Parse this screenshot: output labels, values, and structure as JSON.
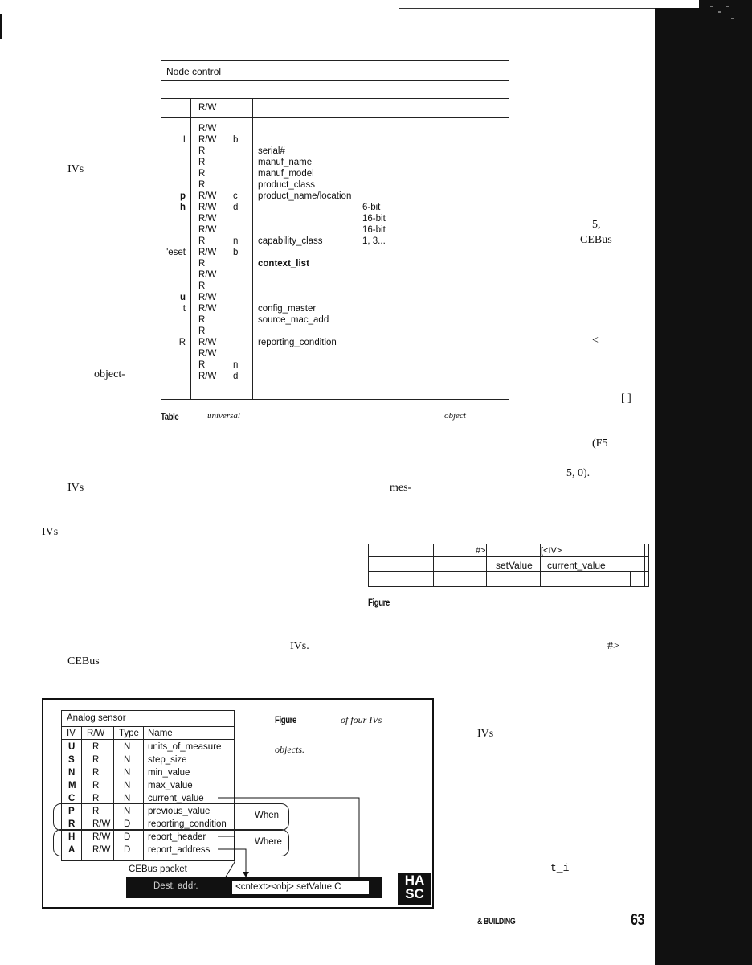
{
  "table1": {
    "title": "Node control",
    "header": {
      "rw": "R/W"
    },
    "rows": [
      {
        "iv": "",
        "rw": "R/W",
        "type": "",
        "name": "",
        "desc": ""
      },
      {
        "iv": "I",
        "rw": "R/W",
        "type": "b",
        "name": "",
        "desc": ""
      },
      {
        "iv": "",
        "rw": "R",
        "type": "",
        "name": "serial#",
        "desc": ""
      },
      {
        "iv": "",
        "rw": "R",
        "type": "",
        "name": "manuf_name",
        "desc": ""
      },
      {
        "iv": "",
        "rw": "R",
        "type": "",
        "name": "manuf_model",
        "desc": ""
      },
      {
        "iv": "",
        "rw": "R",
        "type": "",
        "name": "product_class",
        "desc": ""
      },
      {
        "iv": "p",
        "rw": "R/W",
        "type": "c",
        "name": "product_name/location",
        "desc": ""
      },
      {
        "iv": "h",
        "rw": "R/W",
        "type": "d",
        "name": "",
        "desc": "6-bit"
      },
      {
        "iv": "",
        "rw": "R/W",
        "type": "",
        "name": "",
        "desc": "16-bit"
      },
      {
        "iv": "",
        "rw": "R/W",
        "type": "",
        "name": "",
        "desc": "16-bit"
      },
      {
        "iv": "",
        "rw": "R",
        "type": "n",
        "name": "capability_class",
        "desc": "1,    3..."
      },
      {
        "iv": "'eset",
        "rw": "R/W",
        "type": "b",
        "name": "",
        "desc": ""
      },
      {
        "iv": "",
        "rw": "R",
        "type": "",
        "name": "context_list",
        "desc": ""
      },
      {
        "iv": "",
        "rw": "R/W",
        "type": "",
        "name": "",
        "desc": ""
      },
      {
        "iv": "",
        "rw": "R",
        "type": "",
        "name": "",
        "desc": ""
      },
      {
        "iv": "u",
        "rw": "R/W",
        "type": "",
        "name": "",
        "desc": ""
      },
      {
        "iv": "t",
        "rw": "R/W",
        "type": "",
        "name": "config_master",
        "desc": ""
      },
      {
        "iv": "",
        "rw": "R",
        "type": "",
        "name": "source_mac_add",
        "desc": ""
      },
      {
        "iv": "",
        "rw": "R",
        "type": "",
        "name": "",
        "desc": ""
      },
      {
        "iv": "R",
        "rw": "R/W",
        "type": "",
        "name": "reporting_condition",
        "desc": ""
      },
      {
        "iv": "",
        "rw": "R/W",
        "type": "",
        "name": "",
        "desc": ""
      },
      {
        "iv": "",
        "rw": "R",
        "type": "n",
        "name": "",
        "desc": ""
      },
      {
        "iv": "",
        "rw": "R/W",
        "type": "d",
        "name": "",
        "desc": ""
      }
    ],
    "caption_label": "Table",
    "caption_universal": "universal",
    "caption_object": "object"
  },
  "body_fragments": {
    "ivs1": "IVs",
    "object": "object-",
    "ivs2": "IVs",
    "ivs3": "IVs",
    "ivs4": "IVs.",
    "cebus1": "CEBus",
    "five": "5,",
    "cebus2": "CEBus",
    "lt": "<",
    "brackets": "[ ]",
    "f5": "(F5",
    "five_zero": "5, 0).",
    "mes": "mes-",
    "hash": "#>",
    "ivs5": "IVs",
    "ti": "t_i"
  },
  "figure4": {
    "hash": "#>",
    "iv": "[<IV>",
    "set_value": "setValue",
    "current_value": "current_value",
    "caption_label": "Figure"
  },
  "figure3": {
    "title": "Analog sensor",
    "columns": [
      "IV",
      "R/W",
      "Type",
      "Name"
    ],
    "rows": [
      {
        "iv": "U",
        "rw": "R",
        "type": "N",
        "name": "units_of_measure"
      },
      {
        "iv": "S",
        "rw": "R",
        "type": "N",
        "name": "step_size"
      },
      {
        "iv": "N",
        "rw": "R",
        "type": "N",
        "name": "min_value"
      },
      {
        "iv": "M",
        "rw": "R",
        "type": "N",
        "name": "max_value"
      },
      {
        "iv": "C",
        "rw": "R",
        "type": "N",
        "name": "current_value"
      },
      {
        "iv": "P",
        "rw": "R",
        "type": "N",
        "name": "previous_value"
      },
      {
        "iv": "R",
        "rw": "R/W",
        "type": "D",
        "name": "reporting_condition"
      },
      {
        "iv": "H",
        "rw": "R/W",
        "type": "D",
        "name": "report_header"
      },
      {
        "iv": "A",
        "rw": "R/W",
        "type": "D",
        "name": "report_address"
      }
    ],
    "when": "When",
    "where": "Where",
    "packet_label": "CEBus packet",
    "dest": "Dest. addr.",
    "payload": "<cntext><obj> setValue C",
    "caption_label": "Figure",
    "caption_of_four": "of four IVs",
    "caption_objects": "objects."
  },
  "footer": {
    "text": "& BUILDING",
    "page": "63",
    "logo_top": "HA",
    "logo_bottom": "SC"
  }
}
